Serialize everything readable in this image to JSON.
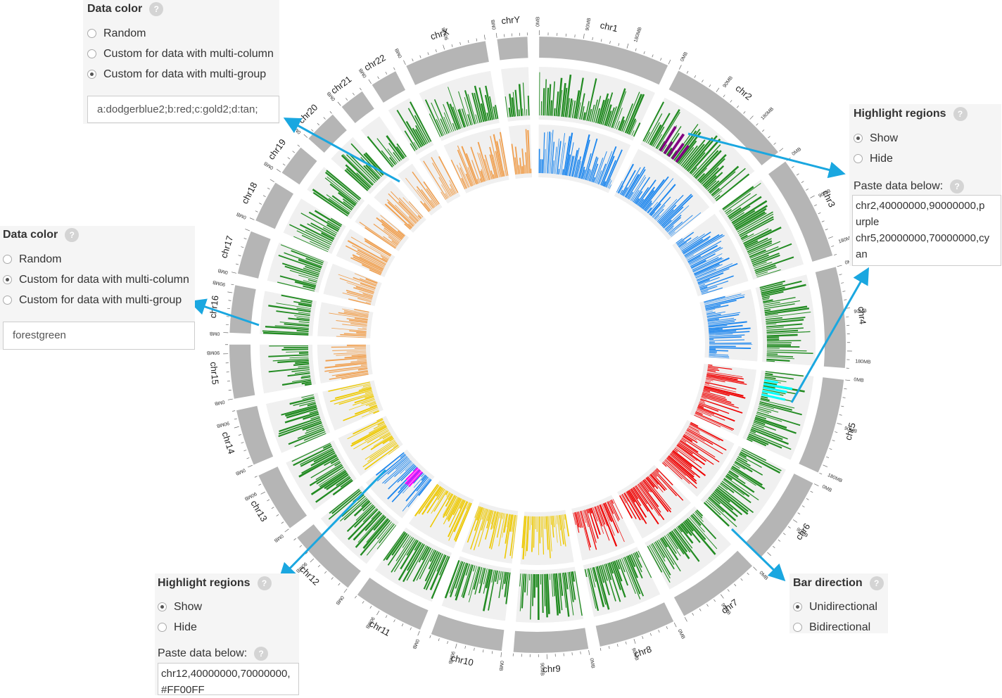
{
  "panels": {
    "data_color_top": {
      "title": "Data color",
      "help": "?",
      "options": [
        {
          "label": "Random",
          "checked": false
        },
        {
          "label": "Custom for data with multi-column",
          "checked": false
        },
        {
          "label": "Custom for data with multi-group",
          "checked": true
        }
      ],
      "input_value": "a:dodgerblue2;b:red;c:gold2;d:tan;"
    },
    "data_color_left": {
      "title": "Data color",
      "help": "?",
      "options": [
        {
          "label": "Random",
          "checked": false
        },
        {
          "label": "Custom for data with multi-column",
          "checked": true
        },
        {
          "label": "Custom for data with multi-group",
          "checked": false
        }
      ],
      "input_value": "forestgreen"
    },
    "highlight_right": {
      "title": "Highlight regions",
      "help": "?",
      "options": [
        {
          "label": "Show",
          "checked": true
        },
        {
          "label": "Hide",
          "checked": false
        }
      ],
      "paste_label": "Paste data below:",
      "paste_lines": [
        "chr2,40000000,90000000,p",
        "urple",
        "chr5,20000000,70000000,cy",
        "an"
      ]
    },
    "highlight_bottom": {
      "title": "Highlight regions",
      "help": "?",
      "options": [
        {
          "label": "Show",
          "checked": true
        },
        {
          "label": "Hide",
          "checked": false
        }
      ],
      "paste_label": "Paste data below:",
      "paste_lines": [
        "chr12,40000000,70000000,",
        "#FF00FF"
      ]
    },
    "bar_direction": {
      "title": "Bar direction",
      "help": "?",
      "options": [
        {
          "label": "Unidirectional",
          "checked": true
        },
        {
          "label": "Bidirectional",
          "checked": false
        }
      ]
    }
  },
  "chromosomes": [
    {
      "name": "chr1",
      "ticks": [
        "0MB",
        "90MB",
        "180MB"
      ]
    },
    {
      "name": "chr2",
      "ticks": [
        "0MB",
        "90MB",
        "180MB"
      ]
    },
    {
      "name": "chr3",
      "ticks": [
        "0MB",
        "90MB",
        "180MB"
      ]
    },
    {
      "name": "chr4",
      "ticks": [
        "0MB",
        "90MB",
        "180MB"
      ]
    },
    {
      "name": "chr5",
      "ticks": [
        "0MB",
        "90MB",
        "180MB"
      ]
    },
    {
      "name": "chr6",
      "ticks": [
        "0MB",
        "90MB"
      ]
    },
    {
      "name": "chr7",
      "ticks": [
        "0MB",
        "90MB"
      ]
    },
    {
      "name": "chr8",
      "ticks": [
        "0MB",
        "90MB"
      ]
    },
    {
      "name": "chr9",
      "ticks": [
        "0MB",
        "90MB"
      ]
    },
    {
      "name": "chr10",
      "ticks": [
        "0MB",
        "90MB"
      ]
    },
    {
      "name": "chr11",
      "ticks": [
        "0MB",
        "90MB"
      ]
    },
    {
      "name": "chr12",
      "ticks": [
        "0MB",
        "90MB"
      ]
    },
    {
      "name": "chr13",
      "ticks": [
        "0MB",
        "90MB"
      ]
    },
    {
      "name": "chr14",
      "ticks": [
        "0MB",
        "90MB"
      ]
    },
    {
      "name": "chr15",
      "ticks": [
        "0MB",
        "90MB"
      ]
    },
    {
      "name": "chr16",
      "ticks": [
        "0MB",
        "90MB"
      ]
    },
    {
      "name": "chr17",
      "ticks": [
        "0MB"
      ]
    },
    {
      "name": "chr18",
      "ticks": [
        "0MB"
      ]
    },
    {
      "name": "chr19",
      "ticks": [
        "0MB"
      ]
    },
    {
      "name": "chr20",
      "ticks": [
        "0MB"
      ]
    },
    {
      "name": "chr21",
      "ticks": [
        "0MB"
      ]
    },
    {
      "name": "chr22",
      "ticks": [
        "0MB"
      ]
    },
    {
      "name": "chrX",
      "ticks": [
        "0MB",
        "90MB"
      ]
    },
    {
      "name": "chrY",
      "ticks": [
        "0MB"
      ]
    }
  ],
  "colors": {
    "ideogram": "#b5b5b5",
    "track_bg": "#f0f0f0",
    "outer_bars": "forestgreen",
    "group_a": "dodgerblue2",
    "group_b": "red",
    "group_c": "gold2",
    "group_d": "tan",
    "highlight_chr2": "purple",
    "highlight_chr5": "cyan",
    "highlight_chr12": "#FF00FF",
    "arrow": "#1aa7e0"
  }
}
